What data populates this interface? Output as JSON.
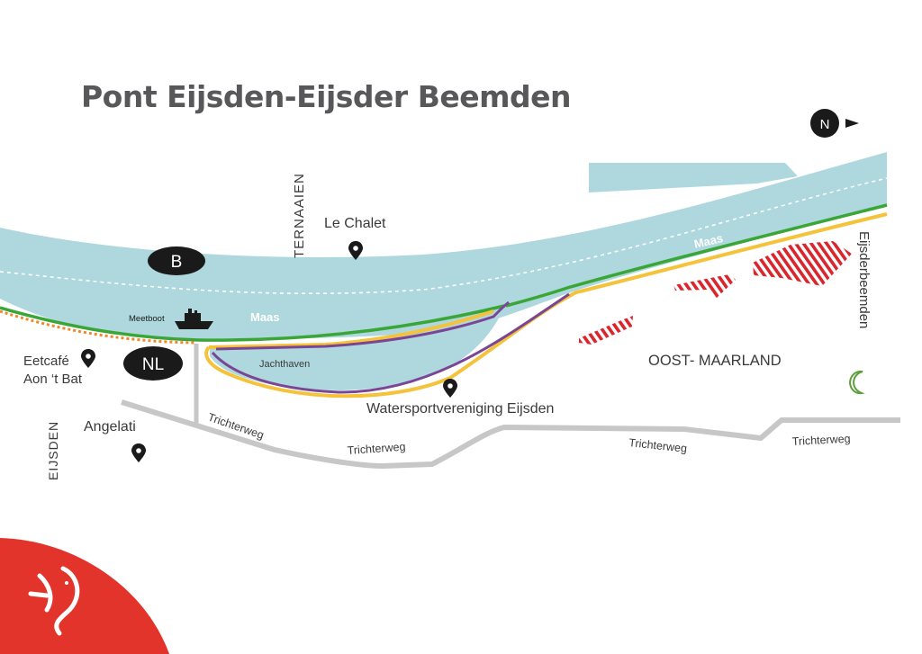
{
  "title": "Pont Eijsden-Eijsder Beemden",
  "compass": {
    "letter": "N",
    "arrow": "►"
  },
  "countries": {
    "belgium": "B",
    "netherlands": "NL"
  },
  "places": {
    "le_chalet": "Le Chalet",
    "ternaaien": "TERNAAIEN",
    "eetcafe_line1": "Eetcafé",
    "eetcafe_line2": "Aon ‘t Bat",
    "angelati": "Angelati",
    "eijsden": "EIJSDEN",
    "jachthaven": "Jachthaven",
    "watersport": "Watersportvereniging Eijsden",
    "oost_maarland": "OOST- MAARLAND",
    "eijsderbeemden": "Eijsderbeemden",
    "meetboot": "Meetboot"
  },
  "river": {
    "name_west": "Maas",
    "name_east": "Maas"
  },
  "roads": {
    "trichterweg_1": "Trichterweg",
    "trichterweg_2": "Trichterweg",
    "trichterweg_3": "Trichterweg",
    "trichterweg_4": "Trichterweg"
  },
  "colors": {
    "water": "#aed8dd",
    "green_route": "#3aa637",
    "yellow_route": "#f5c33b",
    "purple_route": "#7b4595",
    "orange_route": "#f0882b",
    "hatch_red": "#d9262d",
    "road_grey": "#c7c7c7",
    "brand_red": "#e3342b",
    "moon_green": "#5b9e3a"
  },
  "icons": [
    "location-pin-icon",
    "ship-icon",
    "moon-icon",
    "fish-logo-icon",
    "north-arrow-icon"
  ]
}
